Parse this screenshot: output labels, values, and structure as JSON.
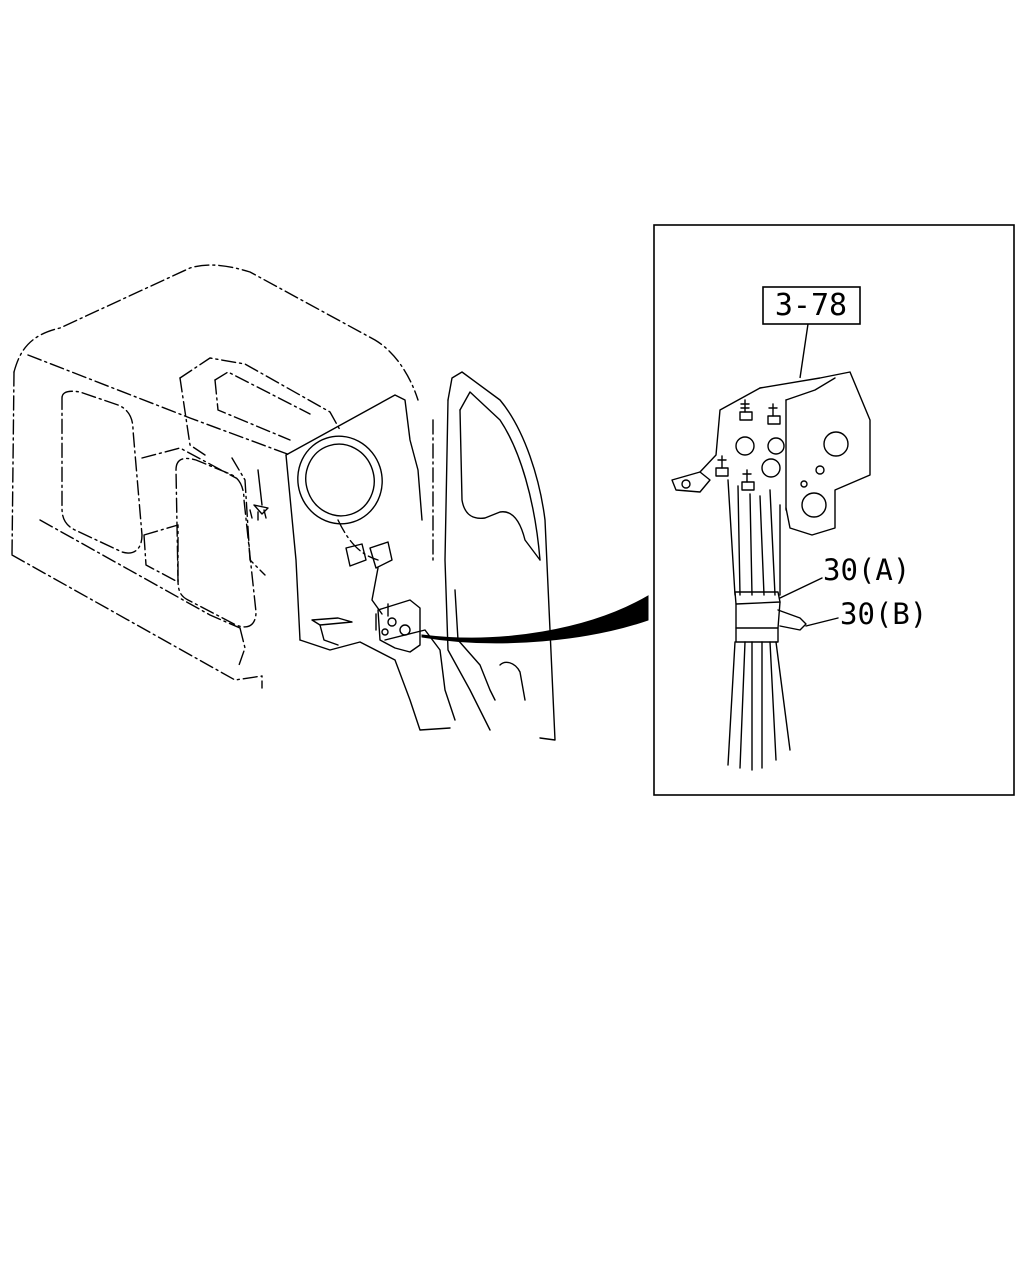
{
  "callouts": {
    "ref_box": "3-78",
    "part_a": "30(A)",
    "part_b": "30(B)"
  },
  "colors": {
    "line": "#000000",
    "background": "#ffffff"
  }
}
